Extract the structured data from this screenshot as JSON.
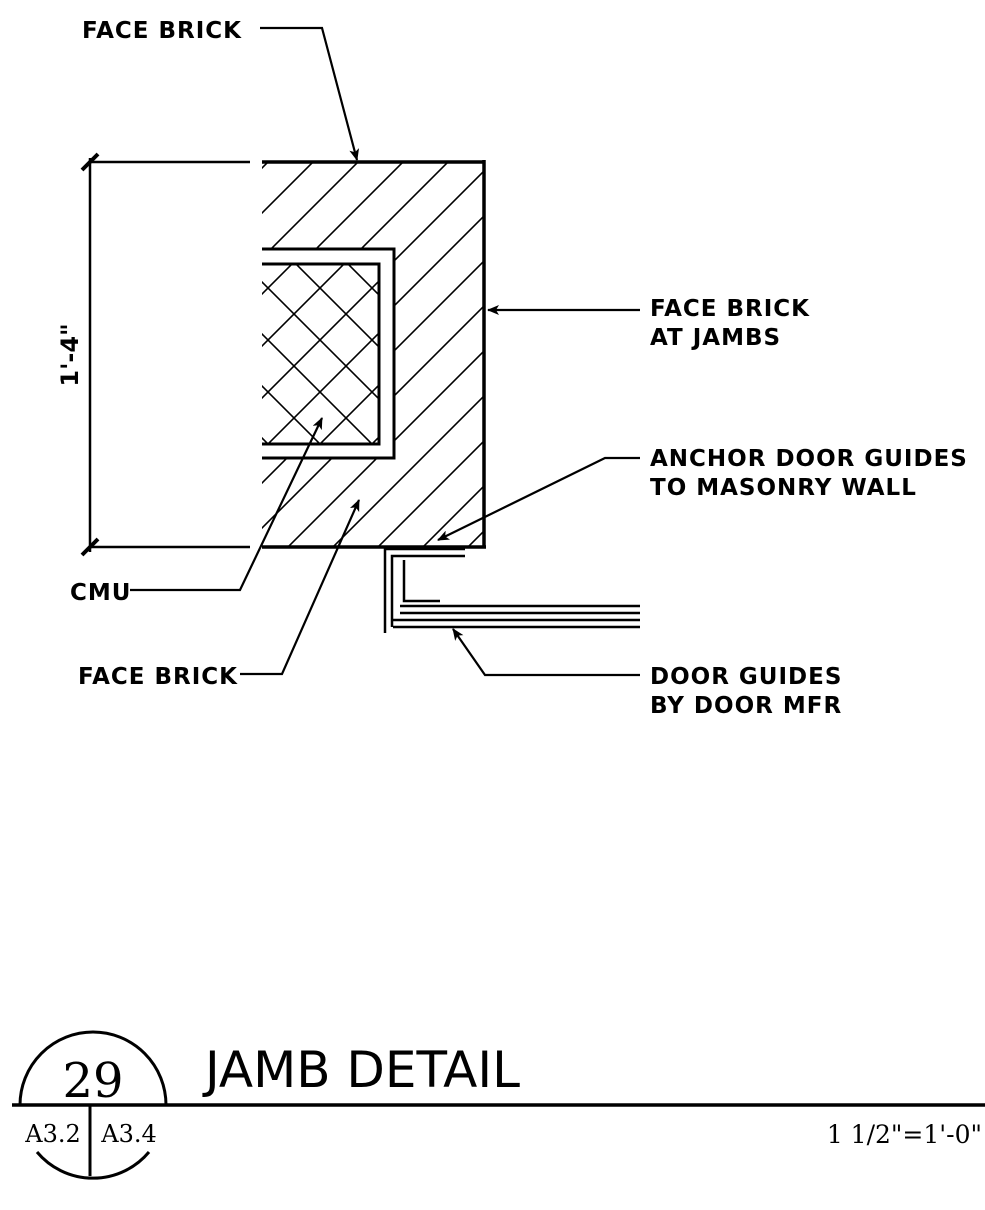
{
  "notes": {
    "face_brick_top": "FACE BRICK",
    "face_brick_jambs_line1": "FACE BRICK",
    "face_brick_jambs_line2": "AT JAMBS",
    "anchor_line1": "ANCHOR DOOR GUIDES",
    "anchor_line2": "TO MASONRY WALL",
    "cmu": "CMU",
    "face_brick_bottom": "FACE BRICK",
    "door_guides_line1": "DOOR GUIDES",
    "door_guides_line2": "BY DOOR MFR"
  },
  "dimension": {
    "value": "1'-4\""
  },
  "title_block": {
    "detail_number": "29",
    "title": "JAMB DETAIL",
    "sheet_left": "A3.2",
    "sheet_right": "A3.4",
    "scale": "1 1/2\"=1'-0\""
  }
}
